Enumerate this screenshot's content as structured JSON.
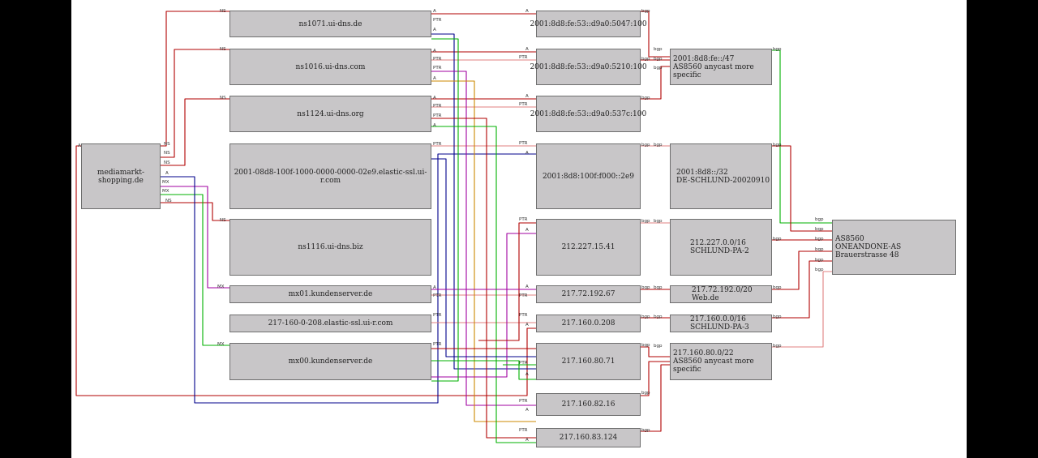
{
  "nodes": {
    "domain": "mediamarkt-shopping.de",
    "ns1071": "ns1071.ui-dns.de",
    "ns1016": "ns1016.ui-dns.com",
    "ns1124": "ns1124.ui-dns.org",
    "elastic_v6": "2001-08d8-100f-1000-0000-0000-02e9.elastic-ssl.ui-r.com",
    "ns1116": "ns1116.ui-dns.biz",
    "mx01": "mx01.kundenserver.de",
    "elastic_v4": "217-160-0-208.elastic-ssl.ui-r.com",
    "mx00": "mx00.kundenserver.de",
    "ip6_a": "2001:8d8:fe:53::d9a0:5047:100",
    "ip6_b": "2001:8d8:fe:53::d9a0:5210:100",
    "ip6_c": "2001:8d8:fe:53::d9a0:537c:100",
    "ip6_d": "2001:8d8:100f:f000::2e9",
    "ip4_a": "212.227.15.41",
    "ip4_b": "217.72.192.67",
    "ip4_c": "217.160.0.208",
    "ip4_d": "217.160.80.71",
    "ip4_e": "217.160.82.16",
    "ip4_f": "217.160.83.124",
    "pfx1_l1": "2001:8d8:fe::/47",
    "pfx1_l2": "AS8560 anycast more specific",
    "pfx2_l1": "2001:8d8::/32",
    "pfx2_l2": "DE-SCHLUND-20020910",
    "pfx3_l1": "212.227.0.0/16",
    "pfx3_l2": "SCHLUND-PA-2",
    "pfx4_l1": "217.72.192.0/20",
    "pfx4_l2": "Web.de",
    "pfx5_l1": "217.160.0.0/16",
    "pfx5_l2": "SCHLUND-PA-3",
    "pfx6_l1": "217.160.80.0/22",
    "pfx6_l2": "AS8560 anycast more specific",
    "as_l1": "AS8560",
    "as_l2": "ONEANDONE-AS Brauerstrasse 48"
  },
  "edge_labels": {
    "ns": "NS",
    "a": "A",
    "mx": "MX",
    "ptr": "PTR",
    "bgp": "bgp"
  },
  "colors": {
    "red": "#b00000",
    "blue": "#00008b",
    "green": "#00b000",
    "purple": "#a000a0",
    "orange": "#cc8800",
    "pink": "#e08080",
    "node_fill": "#c8c6c8"
  }
}
